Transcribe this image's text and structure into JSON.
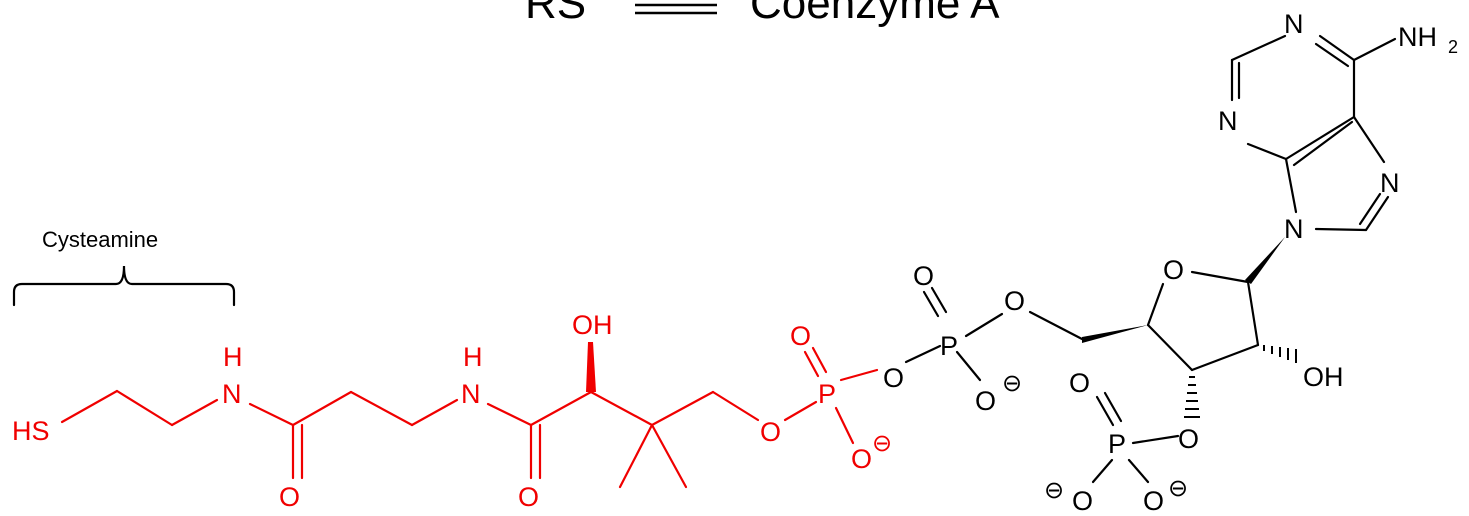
{
  "title": {
    "left": "RS",
    "right": "Coenzyme A"
  },
  "bracket_label": "Cysteamine",
  "atoms": {
    "hs": "HS",
    "nh1_h": "H",
    "nh1_n": "N",
    "o1": "O",
    "nh2_h": "H",
    "nh2_n": "N",
    "o2": "O",
    "oh1": "OH",
    "o3": "O",
    "p1": "P",
    "o4": "O",
    "o5": "O",
    "o5_charge": "⊖",
    "o6": "O",
    "o7": "O",
    "p2": "P",
    "o8": "O",
    "o9": "O",
    "o9_charge": "⊖",
    "ring_o": "O",
    "n9": "N",
    "n7": "N",
    "n3": "N",
    "n1": "N",
    "nh2_amine": "NH",
    "nh2_sub": "2",
    "oh2": "OH",
    "o10": "O",
    "p3": "P",
    "o11": "O",
    "o12": "O",
    "o13": "O",
    "o12_charge": "⊖",
    "o13_charge": "⊖"
  },
  "colors": {
    "pantetheine_phosphate": "#f00000",
    "adenosine_diphosphate": "#000000"
  }
}
